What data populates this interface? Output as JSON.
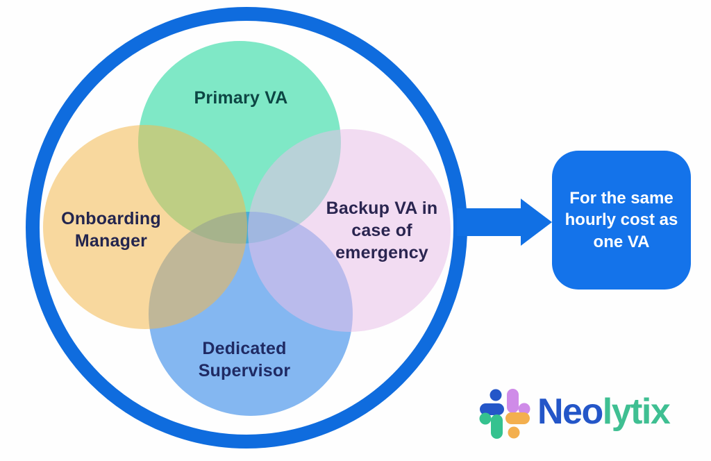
{
  "venn": {
    "outer_ring_color": "#0f6cde",
    "circles": [
      {
        "id": "primary-va",
        "label": "Primary VA",
        "fill": "rgba(22, 213, 151, 0.55)",
        "text_color": "#0d4644"
      },
      {
        "id": "onboarding-manager",
        "label": "Onboarding Manager",
        "fill": "rgba(242, 184, 79, 0.55)",
        "text_color": "#23254e"
      },
      {
        "id": "backup-va",
        "label": "Backup VA in case of emergency",
        "fill": "rgba(231, 191, 231, 0.55)",
        "text_color": "#2a2550"
      },
      {
        "id": "dedicated-supervisor",
        "label": "Dedicated Supervisor",
        "fill": "rgba(31, 124, 230, 0.55)",
        "text_color": "#1f2a63"
      }
    ]
  },
  "callout": {
    "text": "For the same hourly cost as one VA",
    "bg_color": "#1473ea",
    "text_color": "#ffffff",
    "arrow_color": "#1170e4"
  },
  "logo": {
    "word_part1": "Neo",
    "word_part2": "lytix",
    "part1_color": "#2456c8",
    "part2_color": "#3fbf92",
    "icon_colors": {
      "blue": "#2456c8",
      "purple": "#cf8be8",
      "green": "#35c28f",
      "orange": "#f3af4e"
    }
  }
}
